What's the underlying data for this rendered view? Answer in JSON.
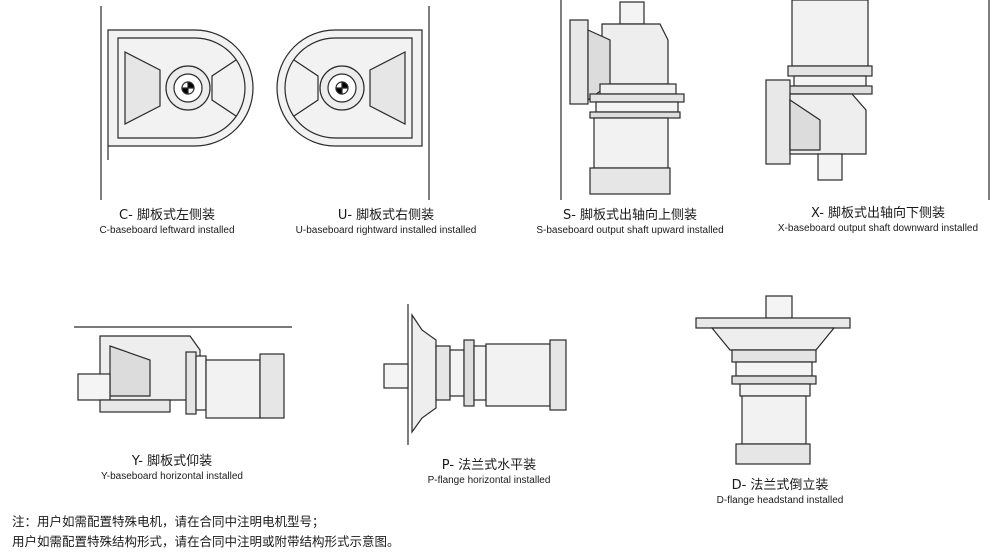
{
  "figures": [
    {
      "zh": "C- 脚板式左侧装",
      "en": "C-baseboard leftward installed"
    },
    {
      "zh": "U- 脚板式右侧装",
      "en": "U-baseboard rightward installed installed"
    },
    {
      "zh": "S- 脚板式出轴向上侧装",
      "en": "S-baseboard output shaft upward installed"
    },
    {
      "zh": "X- 脚板式出轴向下侧装",
      "en": "X-baseboard output shaft downward installed"
    },
    {
      "zh": "Y- 脚板式仰装",
      "en": "Y-baseboard horizontal installed"
    },
    {
      "zh": "P- 法兰式水平装",
      "en": "P-flange horizontal installed"
    },
    {
      "zh": "D- 法兰式倒立装",
      "en": "D-flange headstand installed"
    }
  ],
  "notes": [
    "注：用户如需配置特殊电机，请在合同中注明电机型号；",
    "用户如需配置特殊结构形式，请在合同中注明或附带结构形式示意图。"
  ]
}
